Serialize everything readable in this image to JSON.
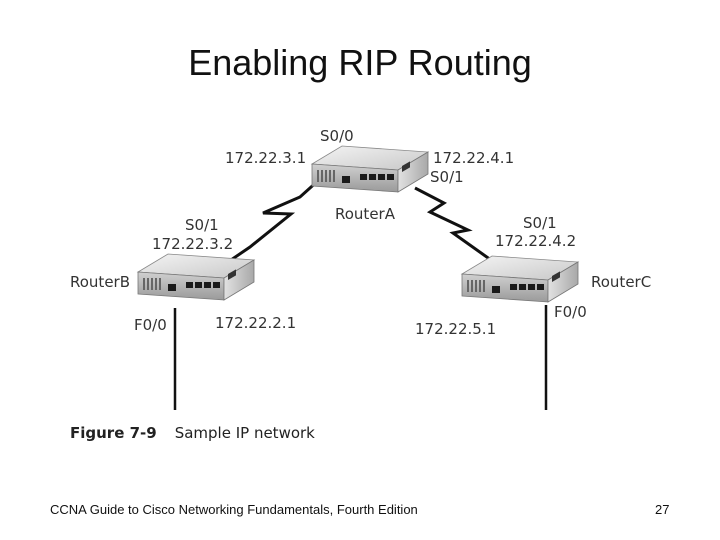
{
  "slide": {
    "title": "Enabling RIP Routing",
    "footer": "CCNA Guide to Cisco Networking Fundamentals, Fourth Edition",
    "page_number": "27"
  },
  "figure": {
    "number": "Figure 7-9",
    "caption": "Sample IP network"
  },
  "routers": {
    "a": {
      "name": "RouterA",
      "s0_0_label": "S0/0",
      "s0_0_ip": "172.22.3.1",
      "s0_1_label": "S0/1",
      "s0_1_ip": "172.22.4.1"
    },
    "b": {
      "name": "RouterB",
      "s0_1_label": "S0/1",
      "s0_1_ip": "172.22.3.2",
      "f0_0_label": "F0/0",
      "f0_0_ip": "172.22.2.1"
    },
    "c": {
      "name": "RouterC",
      "s0_1_label": "S0/1",
      "s0_1_ip": "172.22.4.2",
      "f0_0_label": "F0/0",
      "f0_0_ip": "172.22.5.1"
    }
  }
}
